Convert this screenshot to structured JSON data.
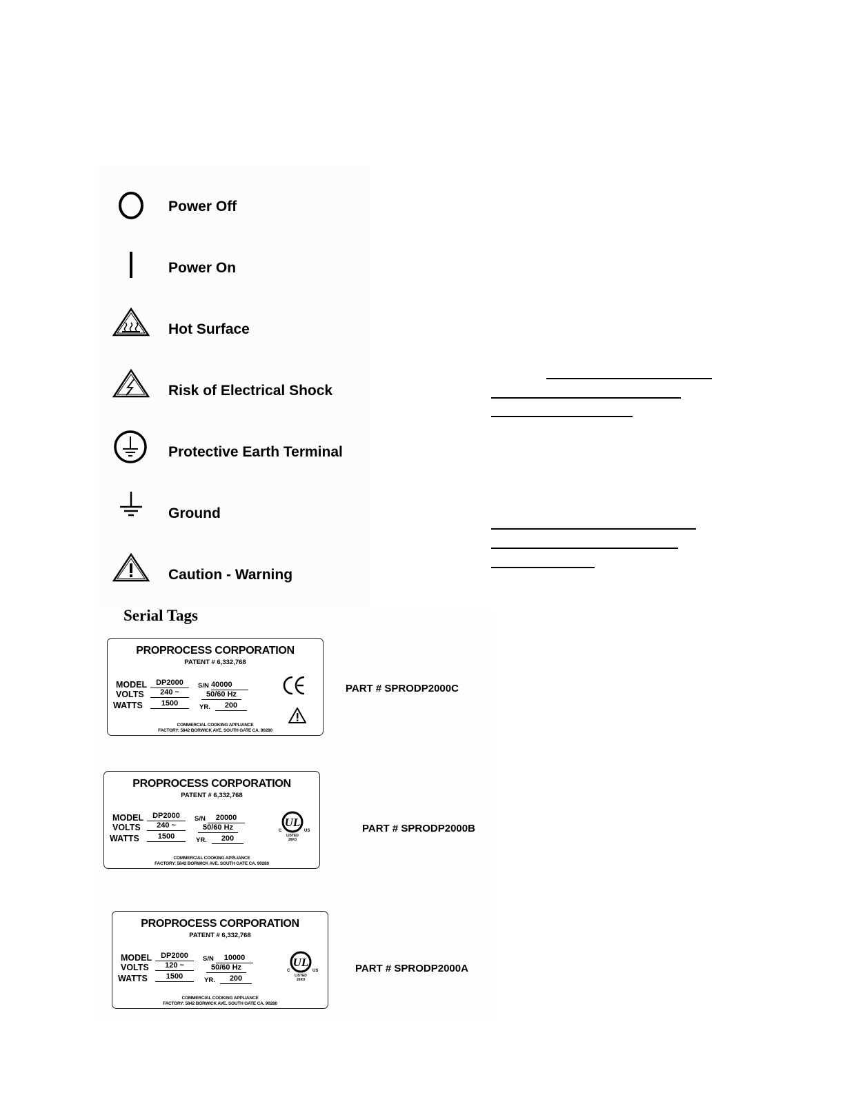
{
  "symbols": [
    {
      "icon": "power-off-icon",
      "label": "Power Off"
    },
    {
      "icon": "power-on-icon",
      "label": "Power On"
    },
    {
      "icon": "hot-surface-icon",
      "label": "Hot Surface"
    },
    {
      "icon": "electrical-shock-icon",
      "label": "Risk of Electrical Shock"
    },
    {
      "icon": "protective-earth-icon",
      "label": "Protective Earth Terminal"
    },
    {
      "icon": "ground-icon",
      "label": "Ground"
    },
    {
      "icon": "caution-warning-icon",
      "label": "Caution - Warning"
    }
  ],
  "serial_heading": "Serial Tags",
  "tags": [
    {
      "company": "PROPROCESS CORPORATION",
      "patent": "PATENT # 6,332,768",
      "model_label": "MODEL",
      "model": "DP2000",
      "volts_label": "VOLTS",
      "volts": "240 ~",
      "watts_label": "WATTS",
      "watts": "1500",
      "sn_label": "S/N",
      "sn": "40000",
      "hz": "50/60 Hz",
      "yr_label": "YR.",
      "yr": "200",
      "mark": "ce-mark-icon",
      "footer1": "COMMERCIAL COOKING APPLIANCE",
      "footer2": "FACTORY: 5842 BORWICK AVE. SOUTH GATE CA. 90280",
      "part": "PART # SPRODP2000C"
    },
    {
      "company": "PROPROCESS CORPORATION",
      "patent": "PATENT # 6,332,768",
      "model_label": "MODEL",
      "model": "DP2000",
      "volts_label": "VOLTS",
      "volts": "240 ~",
      "watts_label": "WATTS",
      "watts": "1500",
      "sn_label": "S/N",
      "sn": "20000",
      "hz": "50/60 Hz",
      "yr_label": "YR.",
      "yr": "200",
      "mark": "ul-listed-icon",
      "footer1": "COMMERCIAL COOKING APPLIANCE",
      "footer2": "FACTORY: 5842 BORWICK AVE. SOUTH GATE CA. 90280",
      "part": "PART # SPRODP2000B"
    },
    {
      "company": "PROPROCESS CORPORATION",
      "patent": "PATENT # 6,332,768",
      "model_label": "MODEL",
      "model": "DP2000",
      "volts_label": "VOLTS",
      "volts": "120 ~",
      "watts_label": "WATTS",
      "watts": "1500",
      "sn_label": "S/N",
      "sn": "10000",
      "hz": "50/60 Hz",
      "yr_label": "YR.",
      "yr": "200",
      "mark": "ul-listed-icon",
      "footer1": "COMMERCIAL COOKING APPLIANCE",
      "footer2": "FACTORY: 5842 BORWICK AVE. SOUTH GATE CA. 90280",
      "part": "PART # SPRODP2000A"
    }
  ],
  "ul_mark": {
    "c": "C",
    "us": "US",
    "listed": "LISTED",
    "code": "26K0"
  }
}
